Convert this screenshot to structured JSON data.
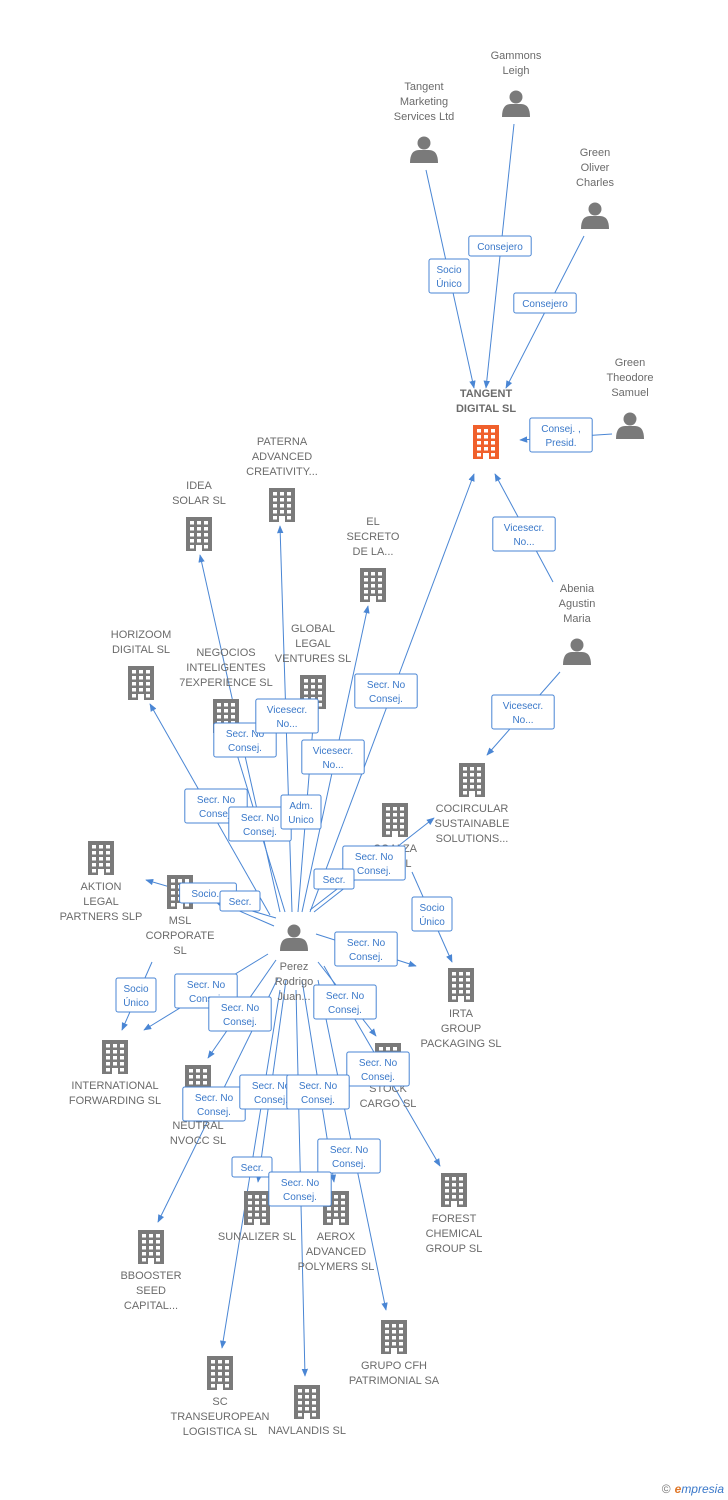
{
  "colors": {
    "edge": "#4a86d4",
    "node": "#7a7a7a",
    "focus": "#f0602c",
    "text": "#6b6b6b"
  },
  "nodes": [
    {
      "id": "tangent-mkt",
      "type": "person",
      "lines": [
        "Tangent",
        "Marketing",
        "Services Ltd"
      ]
    },
    {
      "id": "gammons",
      "type": "person",
      "lines": [
        "Gammons",
        "Leigh"
      ]
    },
    {
      "id": "green-oliver",
      "type": "person",
      "lines": [
        "Green",
        "Oliver",
        "Charles"
      ]
    },
    {
      "id": "green-theodore",
      "type": "person",
      "lines": [
        "Green",
        "Theodore",
        "Samuel"
      ]
    },
    {
      "id": "tangent-digital",
      "type": "company-focus",
      "lines": [
        "TANGENT",
        "DIGITAL  SL"
      ]
    },
    {
      "id": "abenia",
      "type": "person",
      "lines": [
        "Abenia",
        "Agustin",
        "Maria"
      ]
    },
    {
      "id": "paterna",
      "type": "company",
      "lines": [
        "PATERNA",
        "ADVANCED",
        "CREATIVITY..."
      ]
    },
    {
      "id": "idea-solar",
      "type": "company",
      "lines": [
        "IDEA",
        "SOLAR  SL"
      ]
    },
    {
      "id": "el-secreto",
      "type": "company",
      "lines": [
        "EL",
        "SECRETO",
        "DE LA..."
      ]
    },
    {
      "id": "horizoom",
      "type": "company",
      "lines": [
        "HORIZOOM",
        "DIGITAL  SL"
      ]
    },
    {
      "id": "negocios",
      "type": "company",
      "lines": [
        "NEGOCIOS",
        "INTELIGENTES",
        "7EXPERIENCE SL"
      ]
    },
    {
      "id": "global-legal",
      "type": "company",
      "lines": [
        "GLOBAL",
        "LEGAL",
        "VENTURES  SL"
      ]
    },
    {
      "id": "cocircular",
      "type": "company",
      "lines": [
        "COCIRCULAR",
        "SUSTAINABLE",
        "SOLUTIONS..."
      ]
    },
    {
      "id": "coalza",
      "type": "company",
      "lines": [
        "COALZA",
        "...S SL"
      ]
    },
    {
      "id": "aktion",
      "type": "company",
      "lines": [
        "AKTION",
        "LEGAL",
        "PARTNERS  SLP"
      ]
    },
    {
      "id": "msl",
      "type": "company",
      "lines": [
        "MSL",
        "CORPORATE",
        "SL"
      ]
    },
    {
      "id": "perez",
      "type": "person",
      "lines": [
        "Perez",
        "Rodrigo",
        "Juan..."
      ]
    },
    {
      "id": "irta",
      "type": "company",
      "lines": [
        "IRTA",
        "GROUP",
        "PACKAGING SL"
      ]
    },
    {
      "id": "international",
      "type": "company",
      "lines": [
        "INTERNATIONAL",
        "FORWARDING SL"
      ]
    },
    {
      "id": "oe-neutral",
      "type": "company",
      "lines": [
        "OE...",
        "NEUTRAL",
        "NVOCC  SL"
      ]
    },
    {
      "id": "stock-cargo",
      "type": "company",
      "lines": [
        "STOCK",
        "CARGO SL"
      ]
    },
    {
      "id": "forest",
      "type": "company",
      "lines": [
        "FOREST",
        "CHEMICAL",
        "GROUP SL"
      ]
    },
    {
      "id": "sunalizer",
      "type": "company",
      "lines": [
        "SUNALIZER  SL"
      ]
    },
    {
      "id": "aerox",
      "type": "company",
      "lines": [
        "AEROX",
        "ADVANCED",
        "POLYMERS  SL"
      ]
    },
    {
      "id": "bbooster",
      "type": "company",
      "lines": [
        "BBOOSTER",
        "SEED",
        "CAPITAL..."
      ]
    },
    {
      "id": "grupo-cfh",
      "type": "company",
      "lines": [
        "GRUPO CFH",
        "PATRIMONIAL SA"
      ]
    },
    {
      "id": "sc-trans",
      "type": "company",
      "lines": [
        "SC",
        "TRANSEUROPEAN",
        "LOGISTICA  SL"
      ]
    },
    {
      "id": "navlandis",
      "type": "company",
      "lines": [
        "NAVLANDIS  SL"
      ]
    }
  ],
  "edges": [
    {
      "from": "tangent-mkt",
      "to": "tangent-digital",
      "label": [
        "Socio",
        "Único"
      ]
    },
    {
      "from": "gammons",
      "to": "tangent-digital",
      "label": [
        "Consejero"
      ]
    },
    {
      "from": "green-oliver",
      "to": "tangent-digital",
      "label": [
        "Consejero"
      ]
    },
    {
      "from": "green-theodore",
      "to": "tangent-digital",
      "label": [
        "Consej. ,",
        "Presid."
      ]
    },
    {
      "from": "abenia",
      "to": "tangent-digital",
      "label": [
        "Vicesecr.",
        "No..."
      ]
    },
    {
      "from": "abenia",
      "to": "cocircular",
      "label": [
        "Vicesecr.",
        "No..."
      ]
    },
    {
      "from": "perez",
      "to": "tangent-digital",
      "label": [
        "Secr.  No",
        "Consej."
      ]
    },
    {
      "from": "perez",
      "to": "idea-solar",
      "label": [
        "Secr.  No",
        "Consej."
      ]
    },
    {
      "from": "perez",
      "to": "paterna",
      "label": [
        "Vicesecr.",
        "No..."
      ]
    },
    {
      "from": "perez",
      "to": "el-secreto",
      "label": [
        "Vicesecr.",
        "No..."
      ]
    },
    {
      "from": "perez",
      "to": "horizoom",
      "label": [
        "Secr.  No",
        "Consej."
      ]
    },
    {
      "from": "perez",
      "to": "negocios",
      "label": [
        "Secr.  No",
        "Consej."
      ]
    },
    {
      "from": "perez",
      "to": "global-legal",
      "label": [
        "Adm.",
        "Unico"
      ]
    },
    {
      "from": "perez",
      "to": "cocircular",
      "label": [
        "Secr.  No",
        "Consej."
      ]
    },
    {
      "from": "perez",
      "to": "coalza",
      "label": [
        "Secr."
      ]
    },
    {
      "from": "coalza",
      "to": "irta",
      "label": [
        "Socio",
        "Único"
      ]
    },
    {
      "from": "perez",
      "to": "aktion",
      "label": [
        "Socio..."
      ]
    },
    {
      "from": "perez",
      "to": "msl",
      "label": [
        "Secr."
      ]
    },
    {
      "from": "msl",
      "to": "international",
      "label": [
        "Socio",
        "Único"
      ]
    },
    {
      "from": "perez",
      "to": "irta",
      "label": [
        "Secr.  No",
        "Consej."
      ]
    },
    {
      "from": "perez",
      "to": "international",
      "label": [
        "Secr.  No",
        "Consej."
      ]
    },
    {
      "from": "perez",
      "to": "oe-neutral",
      "label": [
        "Secr.  No",
        "Consej."
      ]
    },
    {
      "from": "perez",
      "to": "stock-cargo",
      "label": [
        "Secr.  No",
        "Consej."
      ]
    },
    {
      "from": "perez",
      "to": "forest",
      "label": [
        "Secr.  No",
        "Consej."
      ]
    },
    {
      "from": "perez",
      "to": "bbooster",
      "label": [
        "Secr.  No",
        "Consej."
      ]
    },
    {
      "from": "perez",
      "to": "sunalizer",
      "label": [
        "Secr.  No",
        "Consej."
      ]
    },
    {
      "from": "perez",
      "to": "aerox",
      "label": [
        "Secr.  No",
        "Consej."
      ]
    },
    {
      "from": "perez",
      "to": "grupo-cfh",
      "label": [
        "Secr.  No",
        "Consej."
      ]
    },
    {
      "from": "perez",
      "to": "sc-trans",
      "label": [
        "Secr."
      ]
    },
    {
      "from": "perez",
      "to": "navlandis",
      "label": [
        "Secr.  No",
        "Consej."
      ]
    }
  ],
  "footer": {
    "copyright": "©",
    "brand_e": "e",
    "brand_rest": "mpresia"
  }
}
